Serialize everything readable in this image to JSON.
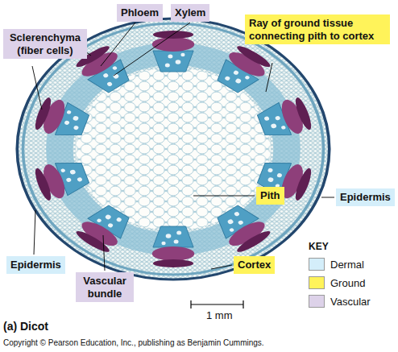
{
  "diagram": {
    "caption": "(a) Dicot",
    "nodes": [
      {
        "text": [
          "Phloem"
        ]
      },
      {
        "text": [
          "Xylem"
        ]
      },
      {
        "text": [
          "Sclerenchyma (fiber cells)"
        ]
      },
      {
        "text": [
          "Ray of ground tissue connecting pith to cortex"
        ]
      },
      {
        "text": [
          "Pith"
        ]
      },
      {
        "text": [
          "Epidermis"
        ]
      },
      {
        "text": [
          "Epidermis"
        ]
      },
      {
        "text": [
          "Cortex"
        ]
      },
      {
        "text": [
          "Vascular bundle"
        ]
      }
    ],
    "labels": [
      "KEY",
      "1 mm",
      "Copyright © Pearson Education, Inc., publishing as Benjamin Cummings."
    ],
    "legend": [
      {
        "text": "Dermal",
        "color": "#d4eefa"
      },
      {
        "text": "Ground",
        "color": "#fff35a"
      },
      {
        "text": "Vascular",
        "color": "#ddd2e9"
      }
    ]
  }
}
